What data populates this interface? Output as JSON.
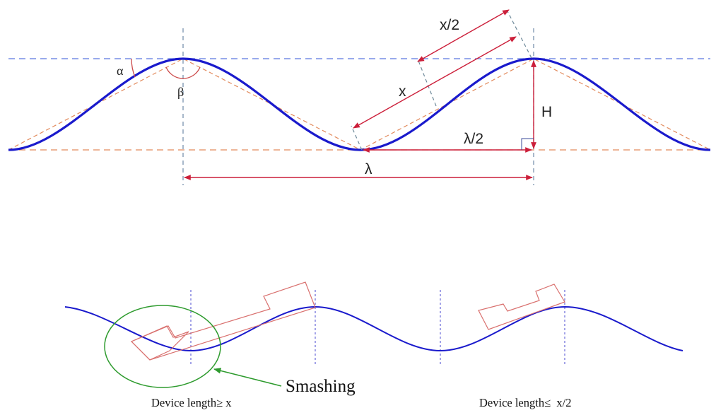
{
  "labels": {
    "alpha": "α",
    "beta": "β",
    "x_half": "x/2",
    "x": "x",
    "height": "H",
    "lambda_half": "λ/2",
    "lambda": "λ",
    "smashing": "Smashing",
    "device_ge_x": "Device length≥ x",
    "device_le_x_half": "Device length≤  x/2"
  },
  "colors": {
    "wave": "#1a1acc",
    "dimension": "#cc1f3a",
    "guide_dash": "#e28a5c",
    "blue_dash": "#5a78e0",
    "gray_dash": "#6f8a9a",
    "device_outline": "#d9706e",
    "smash_circle": "#2e9b2e"
  }
}
